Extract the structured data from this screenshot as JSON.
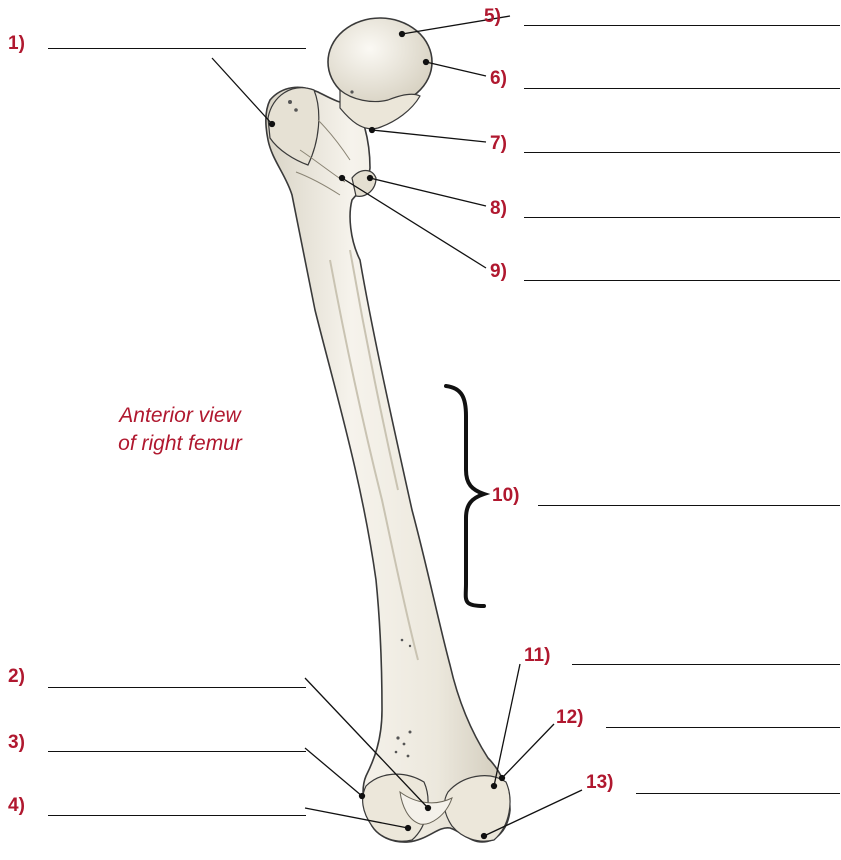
{
  "caption": {
    "line1": "Anterior view",
    "line2": "of right femur"
  },
  "labels": {
    "l1": "1)",
    "l2": "2)",
    "l3": "3)",
    "l4": "4)",
    "l5": "5)",
    "l6": "6)",
    "l7": "7)",
    "l8": "8)",
    "l9": "9)",
    "l10": "10)",
    "l11": "11)",
    "l12": "12)",
    "l13": "13)"
  },
  "colors": {
    "label_red": "#b0182f",
    "bone_fill": "#f2efe6",
    "bone_outline": "#3a3a3a",
    "leader_line": "#111111"
  }
}
